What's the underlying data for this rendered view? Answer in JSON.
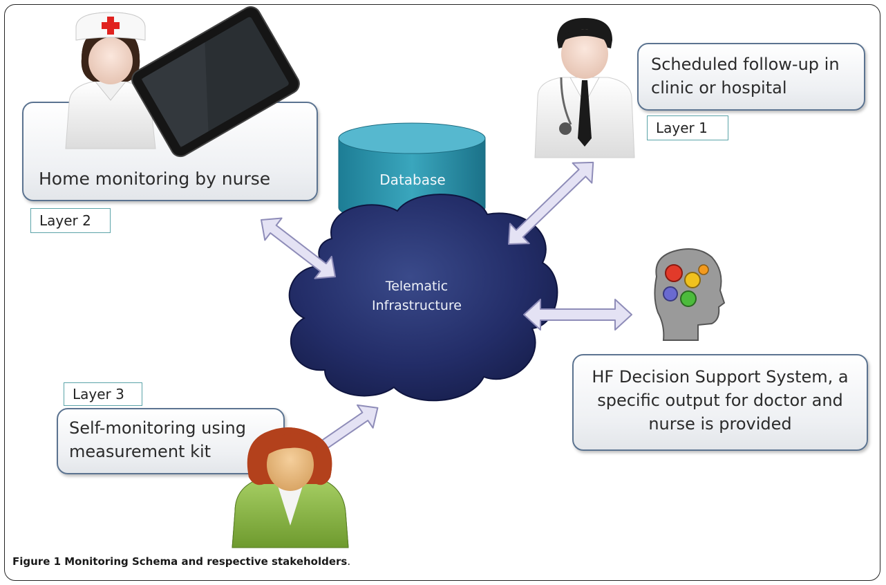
{
  "nodes": {
    "nurse_box": "Home monitoring by nurse",
    "doctor_box": "Scheduled follow-up in clinic or hospital",
    "self_box": "Self-monitoring using measurement kit",
    "dss_box": "HF Decision Support System, a specific output for doctor and nurse is provided",
    "database": "Database",
    "cloud": "Telematic Infrastructure"
  },
  "layers": {
    "layer1": "Layer 1",
    "layer2": "Layer 2",
    "layer3": "Layer 3"
  },
  "caption": {
    "bold": "Figure 1 Monitoring Schema and respective stakeholders",
    "rest": "."
  },
  "icons": [
    "nurse-icon",
    "tablet-icon",
    "doctor-icon",
    "patient-icon",
    "brain-gears-icon",
    "database-icon",
    "cloud-icon"
  ],
  "colors": {
    "box_border": "#5b7390",
    "tag_border": "#5aa3a8",
    "cylinder": "#2a8fa6",
    "cloud": "#1f2860",
    "arrow_fill": "#e4e2f4",
    "arrow_stroke": "#8e8cb8"
  }
}
